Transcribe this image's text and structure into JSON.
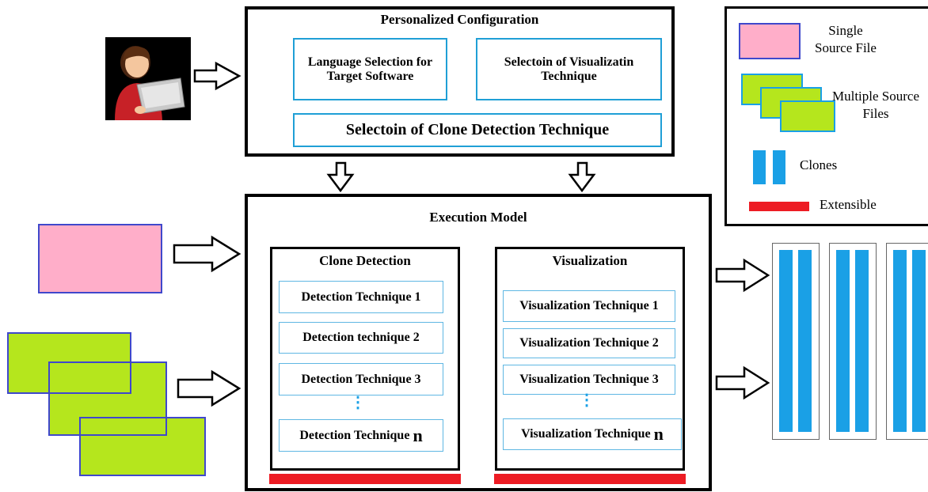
{
  "personalized_configuration": {
    "title": "Personalized Configuration",
    "language_selection": "Language Selection for Target Software",
    "visualization_selection": "Selectoin of Visualizatin Technique",
    "clone_detection_selection": "Selectoin of Clone Detection Technique"
  },
  "execution_model": {
    "title": "Execution Model",
    "clone_detection": {
      "title": "Clone Detection",
      "techniques": [
        {
          "label": "Detection Technique 1",
          "suffix": ""
        },
        {
          "label": "Detection technique 2",
          "suffix": ""
        },
        {
          "label": "Detection Technique 3",
          "suffix": ""
        },
        {
          "label": "Detection Technique ",
          "suffix": "n"
        }
      ],
      "ellipsis": "⋮"
    },
    "visualization": {
      "title": "Visualization",
      "techniques": [
        {
          "label": "Visualization Technique 1",
          "suffix": ""
        },
        {
          "label": "Visualization Technique 2",
          "suffix": ""
        },
        {
          "label": "Visualization Technique 3",
          "suffix": ""
        },
        {
          "label": "Visualization Technique ",
          "suffix": "n"
        }
      ],
      "ellipsis": "⋮"
    }
  },
  "legend": {
    "single_source": "Single Source File",
    "multiple_source": "Multiple Source Files",
    "clones": "Clones",
    "extensible": "Extensible"
  },
  "colors": {
    "single_source_fill": "#ffaec9",
    "multiple_source_fill": "#b5e61d",
    "source_border": "#3f48cc",
    "clone_blue": "#1aa0e6",
    "extensible_red": "#ed1c24",
    "technique_border": "#1f9fd6"
  },
  "icons": {
    "user": "user-with-laptop-icon",
    "arrow": "hollow-arrow-icon"
  }
}
